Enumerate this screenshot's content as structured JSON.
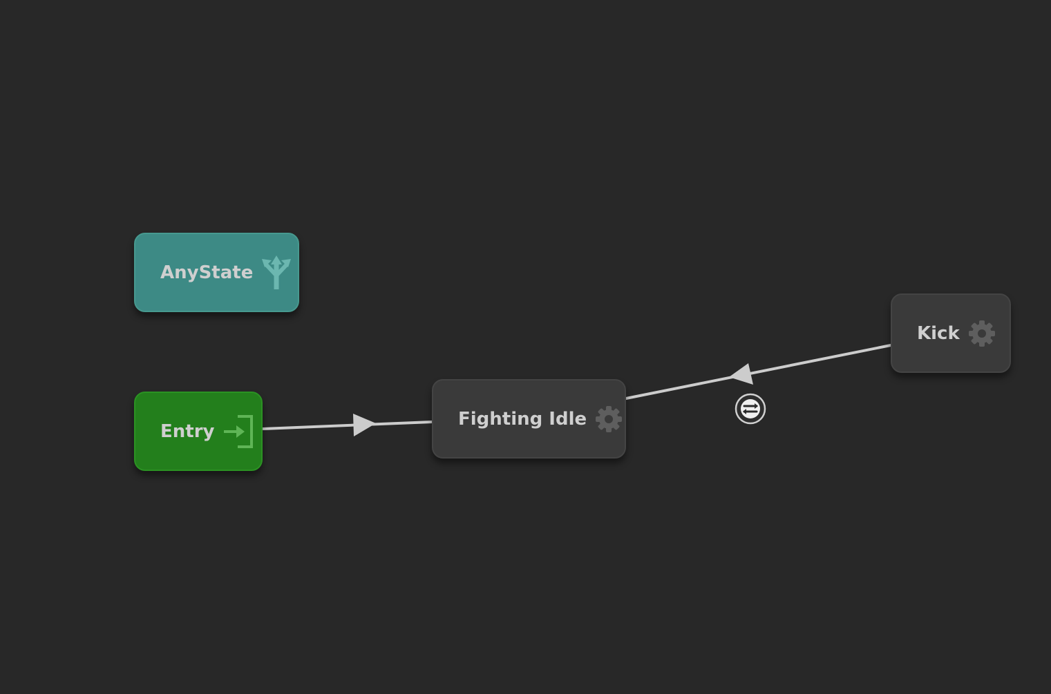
{
  "diagram": {
    "nodes": {
      "anystate": {
        "label": "AnyState",
        "icon": "branch-arrows-icon",
        "color": "#3d8a85"
      },
      "entry": {
        "label": "Entry",
        "icon": "enter-icon",
        "color": "#237f1c"
      },
      "fighting_idle": {
        "label": "Fighting Idle",
        "icon": "gear-icon",
        "color": "#3a3a3a"
      },
      "kick": {
        "label": "Kick",
        "icon": "gear-icon",
        "color": "#3a3a3a"
      }
    },
    "edges": [
      {
        "from": "Entry",
        "to": "Fighting Idle"
      },
      {
        "from": "Kick",
        "to": "Fighting Idle",
        "has_condition_badge": true
      }
    ],
    "background": "#282828",
    "edge_color": "#cccccc"
  }
}
